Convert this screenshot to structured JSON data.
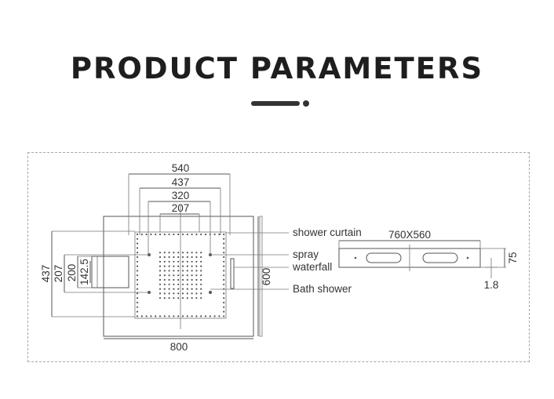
{
  "header": {
    "title": "PRODUCT PARAMETERS"
  },
  "dimensions": {
    "top": [
      "540",
      "437",
      "320",
      "207"
    ],
    "left": [
      "437",
      "207",
      "200",
      "142.5"
    ],
    "bottom": "800",
    "right": "600"
  },
  "callouts": {
    "shower_curtain": "shower curtain",
    "spray": "spray",
    "waterfall": "waterfall",
    "bath_shower": "Bath shower"
  },
  "side_view": {
    "size": "760X560",
    "height": "75",
    "thickness": "1.8"
  },
  "colors": {
    "title": "#1e1e1e",
    "line": "#555555",
    "frame_dash": "#a8a8a8"
  }
}
